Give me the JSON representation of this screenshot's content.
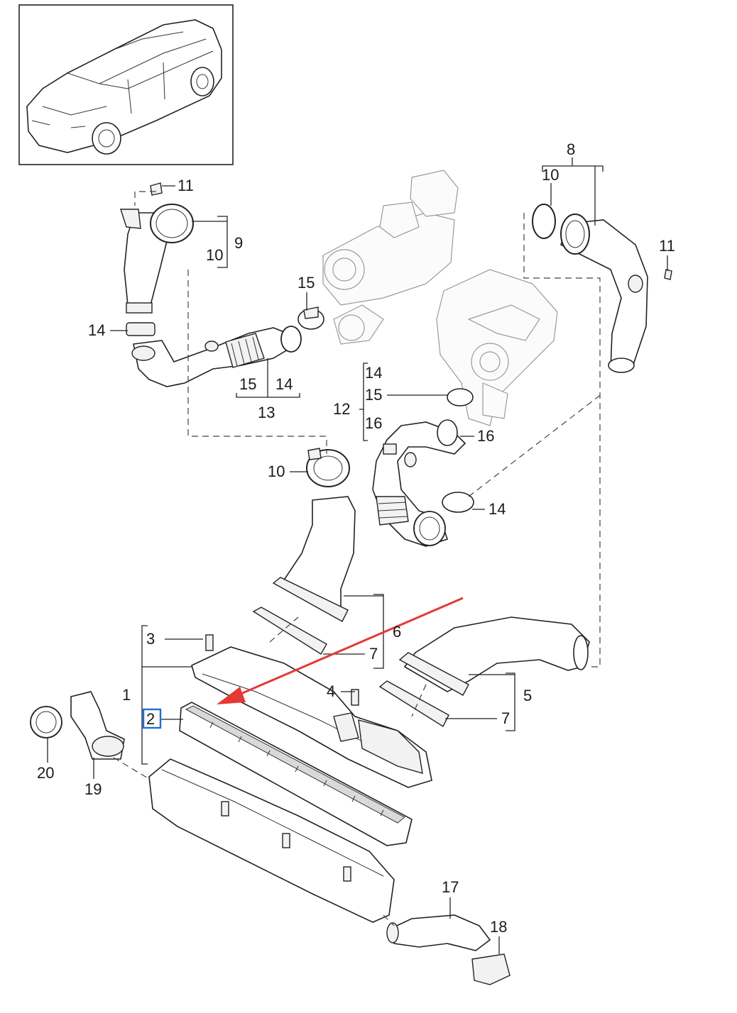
{
  "highlight_color": "#1f6fd6",
  "arrow_color": "#e53935",
  "callouts": {
    "c1": "1",
    "c2": "2",
    "c3": "3",
    "c4": "4",
    "c5": "5",
    "c6": "6",
    "c7a": "7",
    "c7b": "7",
    "c8": "8",
    "c9": "9",
    "c10a": "10",
    "c10b": "10",
    "c10c": "10",
    "c11a": "11",
    "c11b": "11",
    "c12": "12",
    "c13": "13",
    "c14a": "14",
    "c14b": "14",
    "c14c": "14",
    "c14d": "14",
    "c15a": "15",
    "c15b": "15",
    "c15c": "15",
    "c16a": "16",
    "c16b": "16",
    "c17": "17",
    "c18": "18",
    "c19": "19",
    "c20": "20"
  },
  "highlighted_part": "2",
  "icons": [
    "car-thumbnail-icon",
    "red-pointer-arrow-icon"
  ]
}
